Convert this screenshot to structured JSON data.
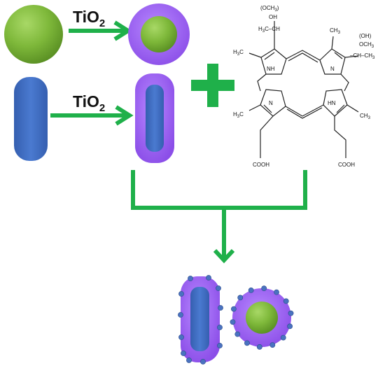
{
  "colors": {
    "green_core": "#7eb83a",
    "blue_core": "#3f6fc4",
    "purple_shell": "#9b5cf0",
    "arrow_green": "#1fb04a",
    "dot_blue": "#4a72c0"
  },
  "reagent": {
    "formula": "TiO",
    "subscript": "2"
  },
  "porphyrin_labels": {
    "och3_top": "(OCH",
    "och3_sub": "3",
    "och3_close": ")",
    "oh_top": "OH",
    "h3c_ch": "H",
    "h3c_ch_sub": "3",
    "h3c_ch_tail": "C–CH",
    "oh_right": "(OH)",
    "och3_right": "OCH",
    "och3_right_sub": "3",
    "ch_ch3": "–CH–CH",
    "ch_ch3_sub": "3",
    "ch3": "CH",
    "ch3_sub": "3",
    "h3c": "H",
    "h3c_sub": "3",
    "h3c_tail": "C",
    "nh": "NH",
    "n": "N",
    "hn": "HN",
    "cooh": "COOH"
  }
}
